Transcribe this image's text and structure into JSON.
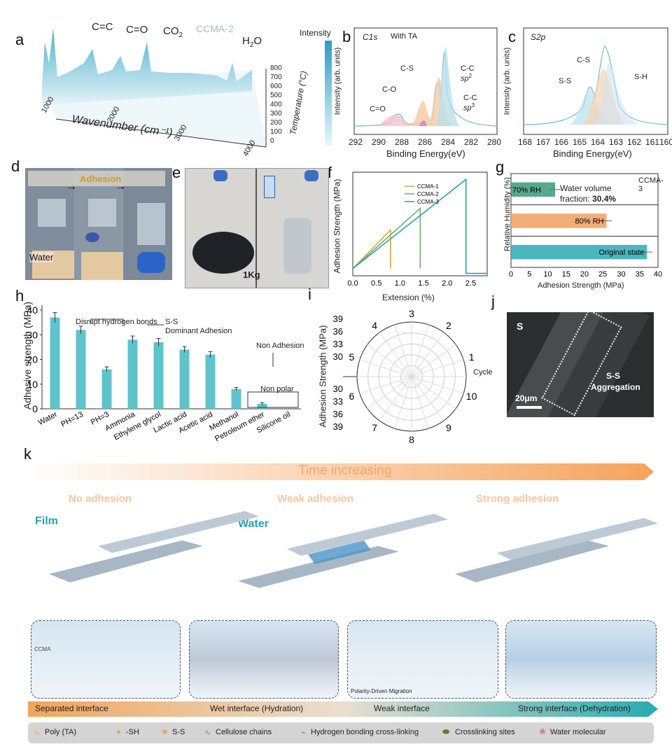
{
  "panels": {
    "a": "a",
    "b": "b",
    "c": "c",
    "d": "d",
    "e": "e",
    "f": "f",
    "g": "g",
    "h": "h",
    "i": "i",
    "j": "j",
    "k": "k"
  },
  "panel_a": {
    "title": "CCMA-2",
    "peaks": [
      "C=C",
      "C=O",
      "CO",
      "2",
      "H",
      "2",
      "O"
    ],
    "xlabel": "Wavenumber (cm⁻¹)",
    "xticks": [
      "1000",
      "2000",
      "3000",
      "4000"
    ],
    "zlabel": "Temperature (°C)",
    "zticks": [
      "800",
      "700",
      "600",
      "500",
      "400",
      "300",
      "200",
      "100",
      "0"
    ],
    "legend": "Intensity"
  },
  "panel_b": {
    "title": "C1s",
    "subtitle": "With TA",
    "ylabel": "Intensity (arb. units)",
    "xlabel": "Binding Energy(eV)",
    "xticks": [
      "292",
      "290",
      "288",
      "286",
      "284",
      "282",
      "280"
    ],
    "labels": [
      "C-S",
      "C-O",
      "C=O",
      "C-C",
      "sp",
      "2",
      "C-C",
      "sp",
      "3"
    ]
  },
  "panel_c": {
    "title": "S2p",
    "ylabel": "Intensity (arb. units)",
    "xlabel": "Binding Energy(eV)",
    "xticks": [
      "168",
      "167",
      "166",
      "165",
      "164",
      "163",
      "162",
      "161",
      "160"
    ],
    "labels": [
      "C-S",
      "S-S",
      "S-H"
    ]
  },
  "panel_d": {
    "adhesion": "Adhesion",
    "water": "Water"
  },
  "panel_e": {
    "weight": "1Kg"
  },
  "chart_f": {
    "type": "line",
    "ylabel": "Adhesion Strength (MPa)",
    "xlabel": "Extension (%)",
    "xticks": [
      "0.0",
      "0.5",
      "1.0",
      "1.5",
      "2.0",
      "2.5"
    ],
    "series": [
      {
        "name": "CCMA-1",
        "color": "#d9a441",
        "x": [
          0,
          0.8,
          0.8
        ],
        "y": [
          0,
          16,
          0
        ]
      },
      {
        "name": "CCMA-2",
        "color": "#6fae6a",
        "x": [
          0,
          1.43,
          1.43
        ],
        "y": [
          0,
          25,
          0
        ]
      },
      {
        "name": "CCMA-3",
        "color": "#2a9fae",
        "x": [
          0,
          2.4,
          2.4,
          2.85
        ],
        "y": [
          0,
          37,
          -2,
          -2
        ]
      }
    ],
    "xlim": [
      0,
      2.85
    ],
    "ylim": [
      -3,
      40
    ]
  },
  "chart_g": {
    "type": "bar",
    "title": "CCMA-3",
    "ylabel": "Relative Humidity (%)",
    "xlabel": "Adhesion Strength (MPa)",
    "xticks": [
      "0",
      "5",
      "10",
      "15",
      "20",
      "25",
      "30",
      "35",
      "40"
    ],
    "categories": [
      "70% RH",
      "80% RH",
      "Original state"
    ],
    "values": [
      12,
      26,
      37
    ],
    "errors": [
      1.5,
      1.5,
      1.5
    ],
    "colors": [
      "#3a9a7a",
      "#f0a060",
      "#2aaab0"
    ],
    "note1": "Water volume",
    "note2": "fraction: ",
    "note3": "30.4%",
    "xlim": [
      0,
      40
    ]
  },
  "chart_h": {
    "type": "bar",
    "ylabel": "Adhesive strength (MPa)",
    "yticks": [
      "0",
      "10",
      "20",
      "30",
      "40"
    ],
    "categories": [
      "Water",
      "PH=13",
      "PH=3",
      "Ammonia",
      "Ethylene glycol",
      "Lactic acid",
      "Acetic acid",
      "Methanol",
      "Petroleum ether",
      "Silicone oil"
    ],
    "values": [
      37,
      32,
      16,
      28,
      27,
      24,
      22,
      8,
      2,
      0
    ],
    "errors": [
      2,
      1.5,
      1,
      1.5,
      1.5,
      1.2,
      1.2,
      0.6,
      0.5,
      0
    ],
    "ylim": [
      0,
      42
    ],
    "ann1": "Disrupt hydrogen bonds",
    "ann2": "S-S",
    "ann3": "Dominant Adhesion",
    "ann4": "Non Adhesion",
    "ann5": "Non polar"
  },
  "chart_i": {
    "type": "polar",
    "ylabel": "Adhesion Strength (MPa)",
    "rticks_top": [
      "39",
      "36",
      "33",
      "30"
    ],
    "rticks_bottom": [
      "30",
      "33",
      "36",
      "39"
    ],
    "cycles": [
      "1",
      "2",
      "3",
      "4",
      "5",
      "6",
      "7",
      "8",
      "9",
      "10"
    ],
    "cycle_label": "Cycle"
  },
  "panel_j": {
    "s": "S",
    "text1": "S-S",
    "text2": "Aggregation",
    "scale": "20μm"
  },
  "panel_k": {
    "time": "Time increasing",
    "states": [
      "No adhesion",
      "Weak adhesion",
      "Strong adhesion"
    ],
    "film": "Film",
    "water": "Water",
    "ccma": "CCMA",
    "migration": "Polarity-Driven Migration",
    "interfaces": [
      "Separated interface",
      "Wet interface (Hydration)",
      "Weak interface",
      "Strong interface (Dehydration)"
    ],
    "legend": [
      "Poly (TA)",
      "-SH",
      "S-S",
      "Cellulose chains",
      "Hydrogen bonding cross-linking",
      "Crosslinking sites",
      "Water molecular"
    ]
  }
}
